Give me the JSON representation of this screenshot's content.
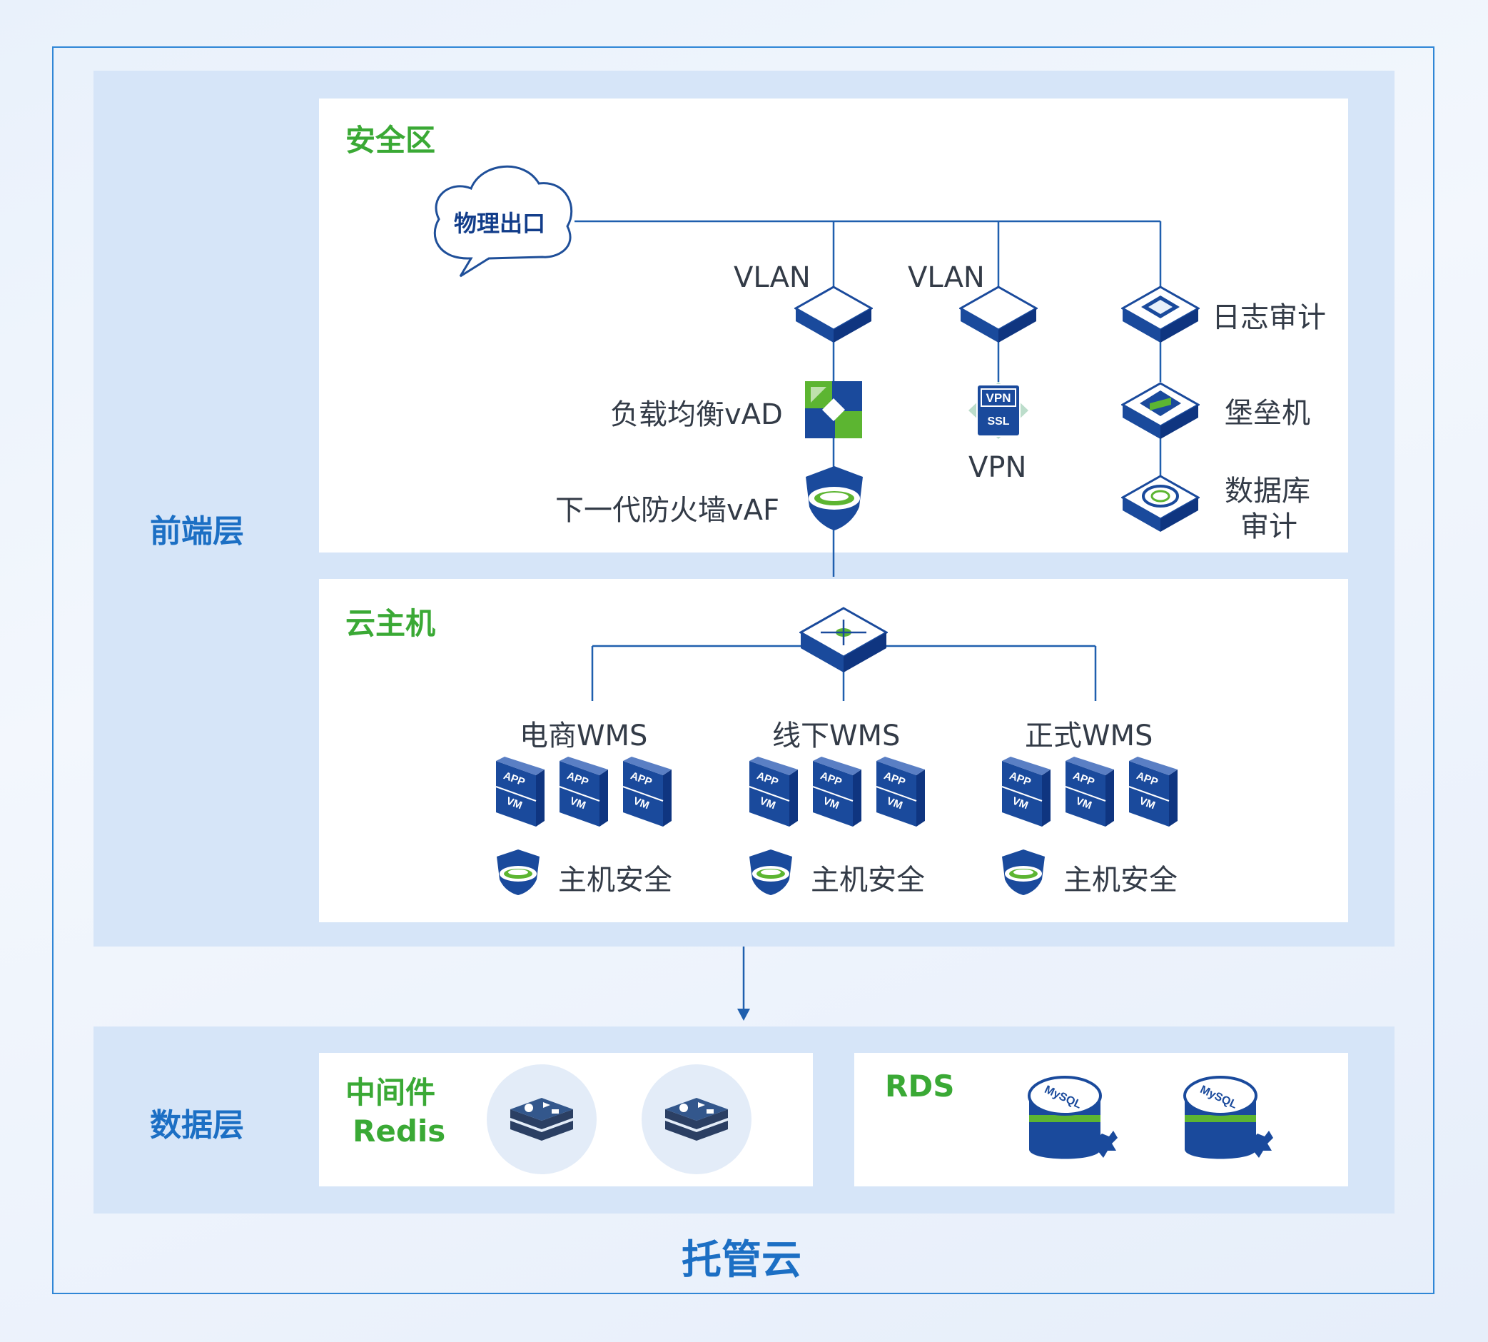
{
  "main_title": "托管云",
  "layers": {
    "front": "前端层",
    "data": "数据层"
  },
  "security_zone": {
    "title": "安全区",
    "cloud_label": "物理出口",
    "vlan1": "VLAN",
    "vlan2": "VLAN",
    "load_balancer": "负载均衡vAD",
    "firewall": "下一代防火墙vAF",
    "vpn": "VPN",
    "vpn_icon_top": "VPN",
    "vpn_icon_bottom": "SSL",
    "log_audit": "日志审计",
    "bastion": "堡垒机",
    "db_audit_line1": "数据库",
    "db_audit_line2": "审计"
  },
  "cloud_host": {
    "title": "云主机",
    "groups": [
      {
        "name": "电商WMS",
        "security": "主机安全"
      },
      {
        "name": "线下WMS",
        "security": "主机安全"
      },
      {
        "name": "正式WMS",
        "security": "主机安全"
      }
    ],
    "vm_top": "APP",
    "vm_bottom": "VM"
  },
  "middleware": {
    "title_line1": "中间件",
    "title_line2": "Redis"
  },
  "rds": {
    "title": "RDS",
    "db_label": "MySQL"
  },
  "colors": {
    "frame": "#2f86d6",
    "green": "#3aa935",
    "blue": "#1c6fc4",
    "device": "#0f3d8c"
  }
}
